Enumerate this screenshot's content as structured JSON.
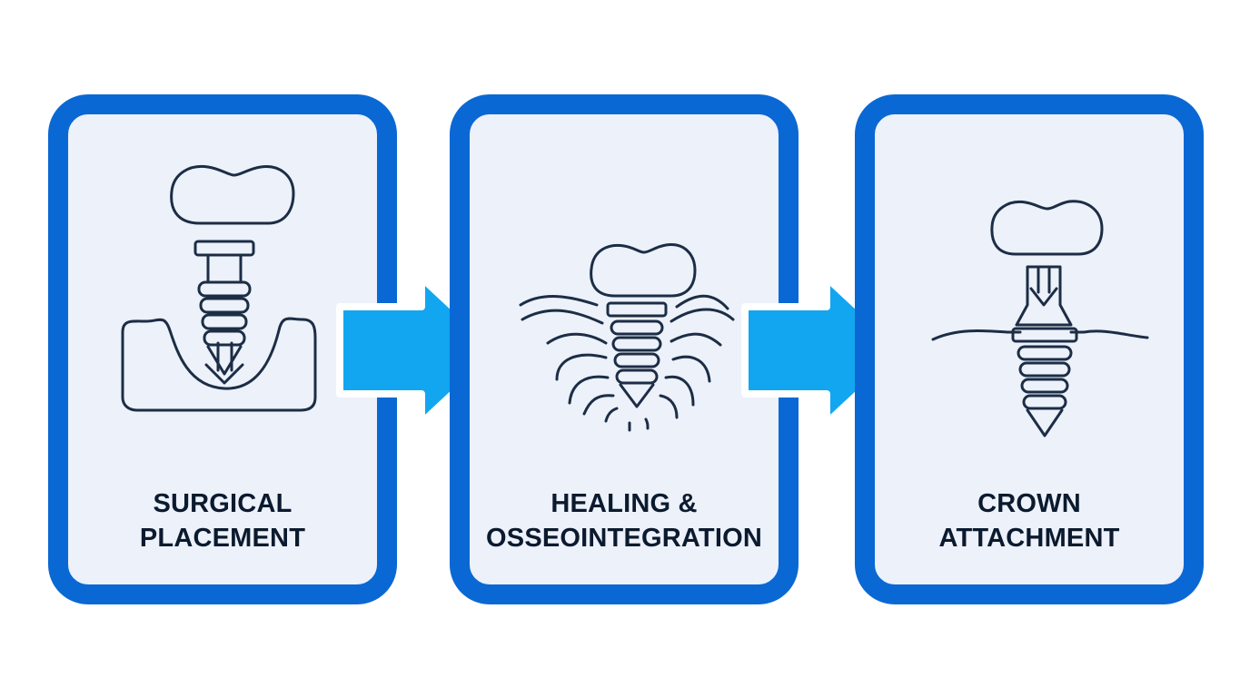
{
  "steps": [
    {
      "line1": "SURGICAL",
      "line2": "PLACEMENT",
      "icon": "implant-placement-icon"
    },
    {
      "line1": "HEALING &",
      "line2": "OSSEOINTEGRATION",
      "icon": "implant-healing-icon"
    },
    {
      "line1": "CROWN",
      "line2": "ATTACHMENT",
      "icon": "crown-attachment-icon"
    }
  ],
  "colors": {
    "panel_border": "#0a68d4",
    "panel_fill": "#ecf1fa",
    "arrow": "#12a6f0",
    "ink": "#1c2d45",
    "label": "#0b1a2e"
  }
}
